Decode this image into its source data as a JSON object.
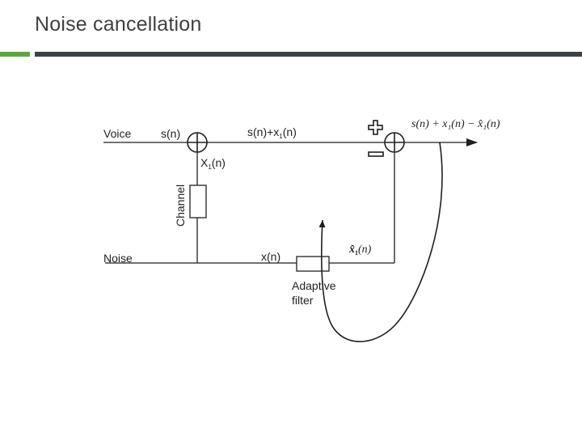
{
  "slide": {
    "title": "Noise cancellation"
  },
  "colors": {
    "accent_green": "#5aa83c",
    "rule_dark": "#3b4347",
    "line": "#1f1f1f"
  },
  "diagram": {
    "voice_label": "Voice",
    "noise_label": "Noise",
    "signal_s": "s(n)",
    "sum_signal": "s(n)+x",
    "sum_signal_sub": "1",
    "sum_signal_tail": "(n)",
    "channel_output": "X",
    "channel_output_sub": "1",
    "channel_output_tail": "(n)",
    "channel_label": "Channel",
    "noise_input": "x(n)",
    "filter_label_line1": "Adaptive",
    "filter_label_line2": "filter",
    "estimate_label": "x̂",
    "estimate_sub": "1",
    "estimate_tail": "(n)",
    "output_label": "s(n) + x₁(n) − x̂₁(n)",
    "plus_sign": "+",
    "minus_sign": "−"
  }
}
